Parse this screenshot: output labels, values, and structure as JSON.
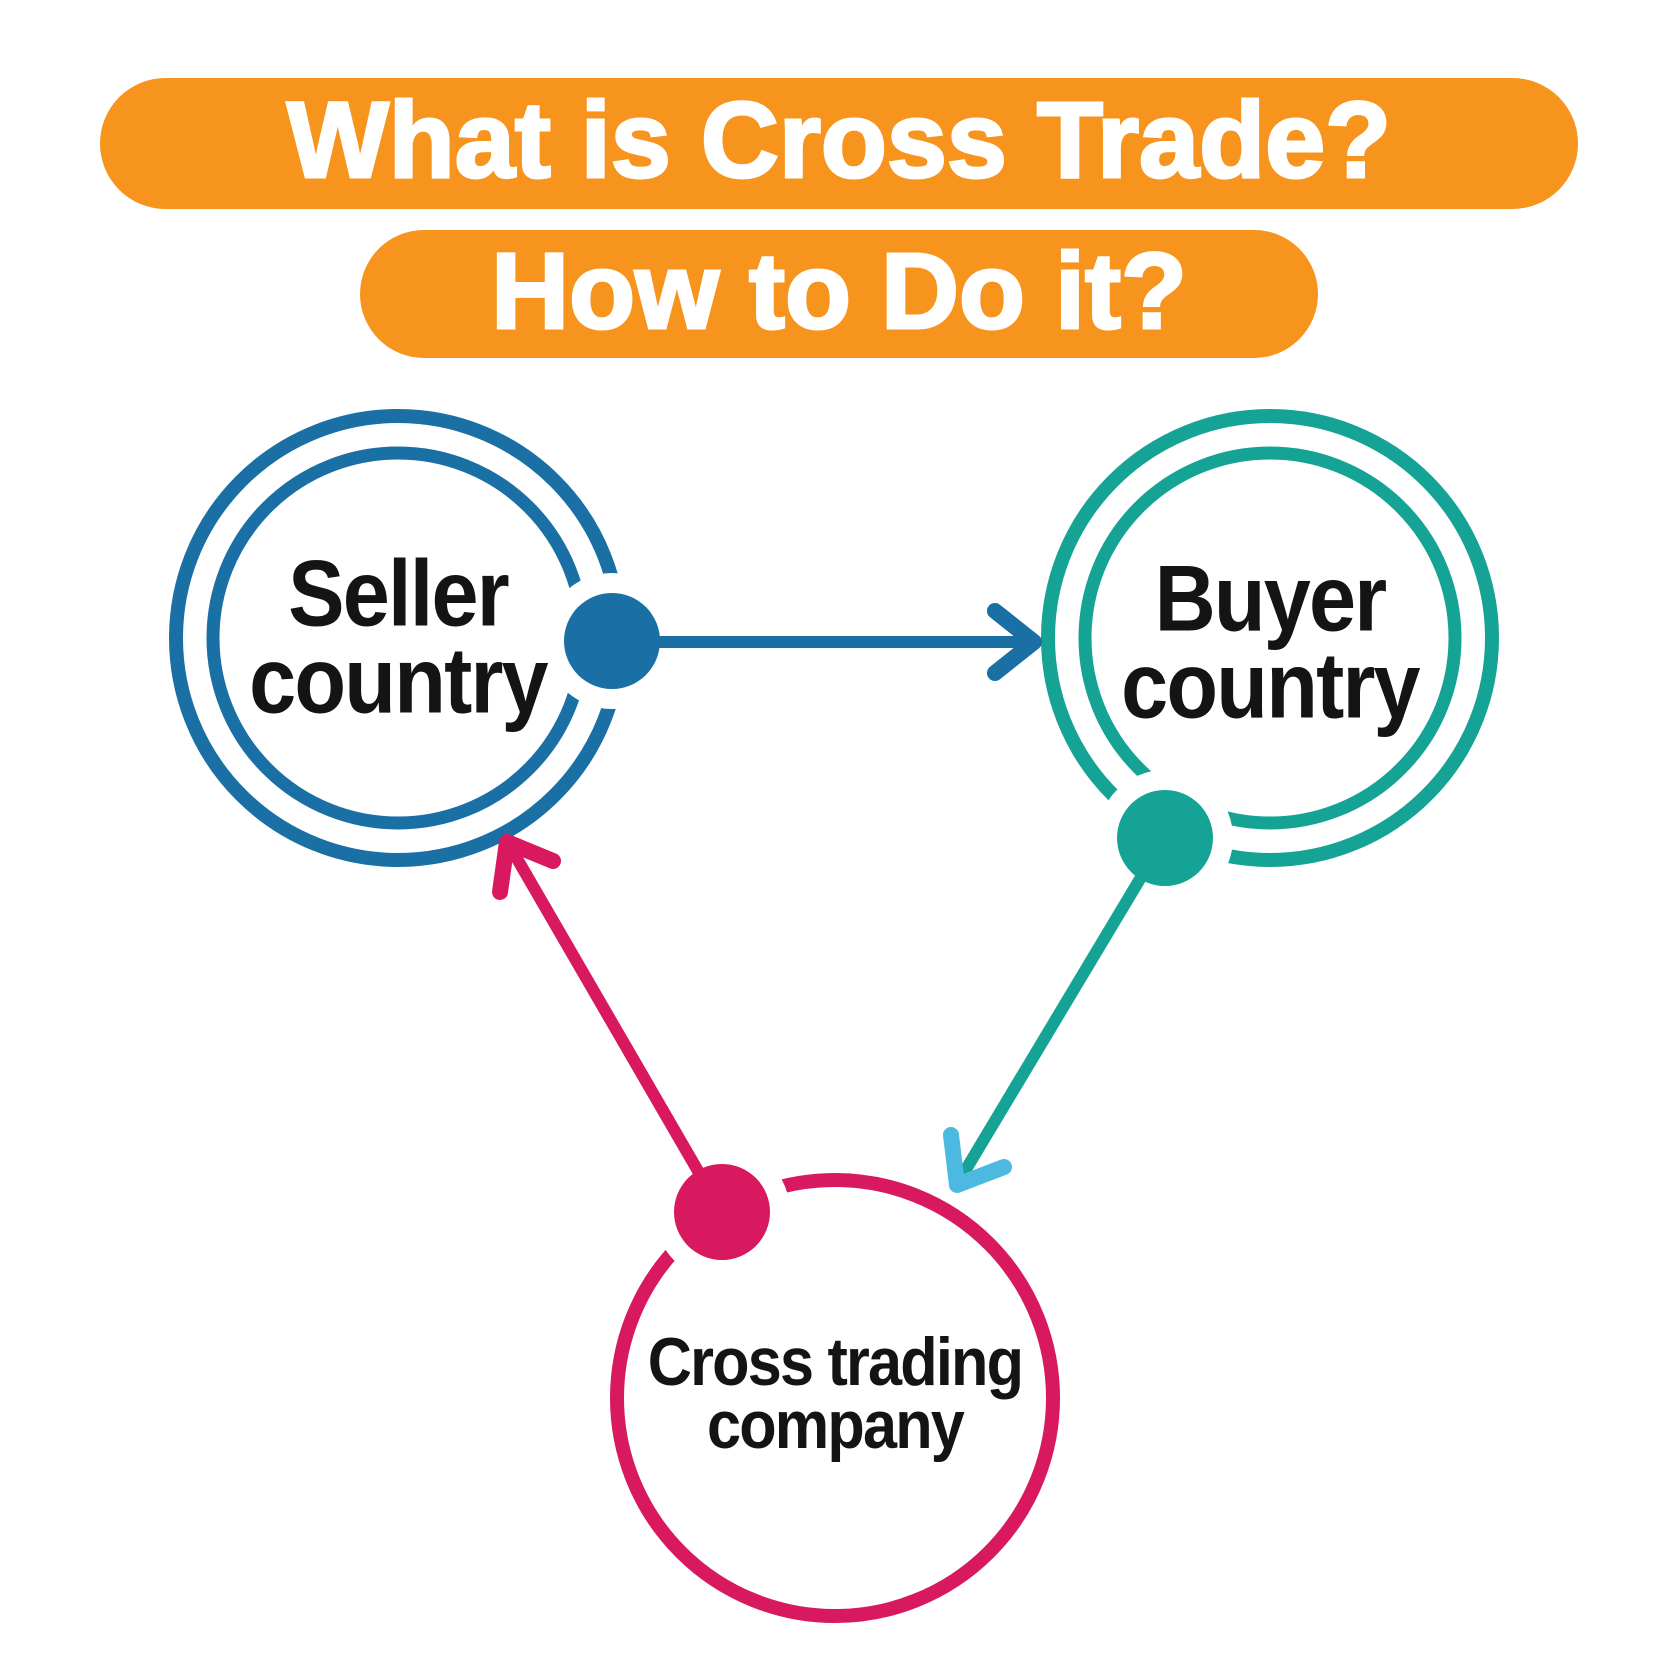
{
  "title": {
    "line1": "What is Cross Trade?",
    "line2": "How to Do it?"
  },
  "nodes": {
    "seller": {
      "lines": [
        "Seller",
        "country"
      ]
    },
    "buyer": {
      "lines": [
        "Buyer",
        "country"
      ]
    },
    "company": {
      "lines": [
        "Cross trading",
        "company"
      ]
    }
  },
  "arrows": [
    {
      "from": "seller-country",
      "to": "buyer-country",
      "color_name": "blue"
    },
    {
      "from": "buyer-country",
      "to": "cross-trading-company",
      "color_name": "teal-with-cyan-head"
    },
    {
      "from": "cross-trading-company",
      "to": "seller-country",
      "color_name": "pink"
    }
  ],
  "colors": {
    "orange": "#F7941D",
    "blue": "#1A6FA4",
    "teal": "#15A396",
    "pink": "#D8195F",
    "cyan": "#4CB9E0",
    "ink": "#141414",
    "bg": "#FFFFFF"
  }
}
